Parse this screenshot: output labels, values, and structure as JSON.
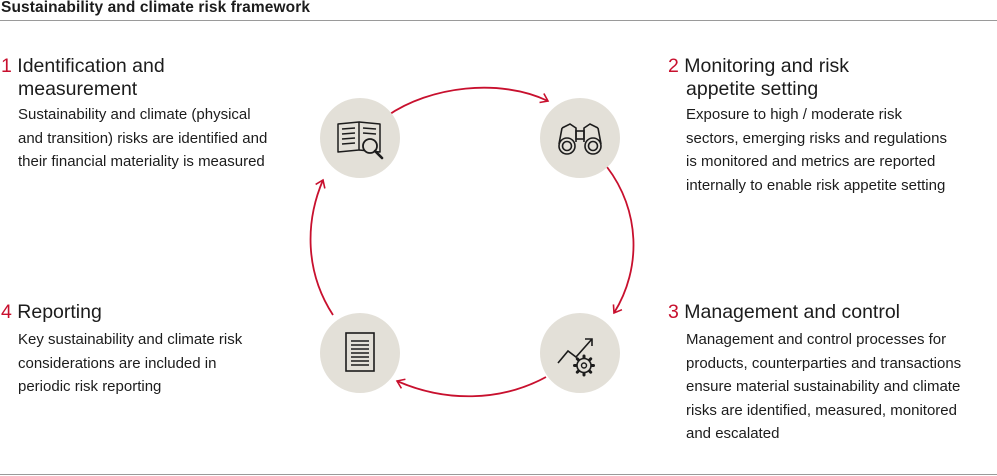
{
  "header": {
    "title": "Sustainability and climate risk framework"
  },
  "steps": [
    {
      "number": "1",
      "title_line1": "Identification and",
      "title_line2": "measurement",
      "desc_lines": [
        "Sustainability and climate (physical",
        "and transition) risks are identified and",
        "their financial materiality is measured"
      ],
      "icon": "book-magnifier-icon"
    },
    {
      "number": "2",
      "title_line1": "Monitoring and risk",
      "title_line2": "appetite setting",
      "desc_lines": [
        "Exposure to high / moderate risk",
        "sectors, emerging risks and regulations",
        "is monitored and metrics are reported",
        "internally to enable risk appetite setting"
      ],
      "icon": "binoculars-icon"
    },
    {
      "number": "3",
      "title_line1": "Management and control",
      "desc_lines": [
        "Management and control processes for",
        "products, counterparties and transactions",
        "ensure material sustainability and climate",
        "risks are identified, measured, monitored",
        "and escalated"
      ],
      "icon": "trend-gear-icon"
    },
    {
      "number": "4",
      "title_line1": "Reporting",
      "desc_lines": [
        "Key sustainability and climate risk",
        "considerations are included in",
        "periodic risk reporting"
      ],
      "icon": "document-icon"
    }
  ],
  "colors": {
    "accent": "#c8102e",
    "icon_bg": "#e3e0d8",
    "rule": "#9a9a9a"
  }
}
